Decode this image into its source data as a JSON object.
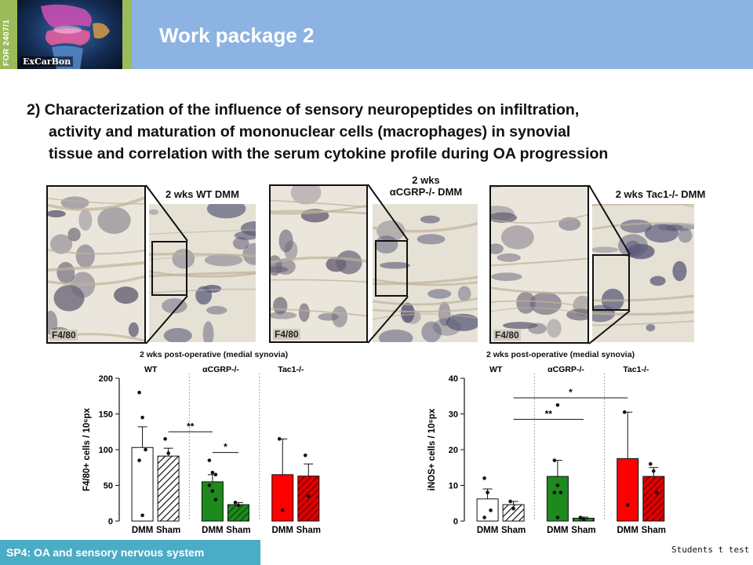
{
  "header": {
    "title": "Work package 2",
    "side_tag": "FOR 2407/1",
    "logo_text": "ExCarBon"
  },
  "heading": {
    "line1": "2) Characterization of the influence of sensory neuropeptides on infiltration,",
    "line2": "activity and maturation of mononuclear cells (macrophages) in synovial",
    "line3": "tissue and correlation with the serum cytokine profile during OA progression"
  },
  "panels": [
    {
      "label_lines": [
        "2 wks WT DMM"
      ],
      "stain": "F4/80"
    },
    {
      "label_lines": [
        "2 wks",
        "αCGRP-/- DMM"
      ],
      "stain": "F4/80"
    },
    {
      "label_lines": [
        "2 wks Tac1-/- DMM"
      ],
      "stain": "F4/80"
    }
  ],
  "footer": {
    "section": "SP4: OA and sensory nervous system",
    "stats_note": "Students t test"
  },
  "colors": {
    "header_bg": "#8db3e2",
    "accent_green": "#9bbb59",
    "footer_blue": "#4bacc6",
    "wt_bar": "#ffffff",
    "cgrp_bar": "#1e8a1e",
    "tac1_bar": "#ff0000"
  },
  "chart_data": [
    {
      "type": "bar",
      "title": "2 wks post-operative (medial synovia)",
      "ylabel": "F4/80+ cells / 10⁶px",
      "ylim": [
        0,
        200
      ],
      "yticks": [
        0,
        50,
        100,
        150,
        200
      ],
      "groups": [
        "WT",
        "αCGRP-/-",
        "Tac1-/-"
      ],
      "categories": [
        "DMM",
        "Sham",
        "DMM",
        "Sham",
        "DMM",
        "Sham"
      ],
      "values": [
        103,
        91,
        55,
        23,
        65,
        63
      ],
      "errors": [
        29,
        11,
        10,
        3,
        50,
        17
      ],
      "fills": [
        "#ffffff",
        "hatch-white",
        "#1e8a1e",
        "hatch-green",
        "#ff0000",
        "hatch-red"
      ],
      "points": [
        [
          180,
          145,
          100,
          85,
          8
        ],
        [
          115,
          95
        ],
        [
          85,
          68,
          65,
          50,
          42,
          30
        ],
        [
          26,
          22
        ],
        [
          115,
          15
        ],
        [
          92,
          35
        ]
      ],
      "significance": [
        {
          "from": 1,
          "to": 2,
          "label": "**",
          "y": 125
        },
        {
          "from": 2,
          "to": 3,
          "label": "*",
          "y": 96
        }
      ]
    },
    {
      "type": "bar",
      "title": "2 wks post-operative (medial synovia)",
      "ylabel": "iNOS+ cells / 10⁶px",
      "ylim": [
        0,
        40
      ],
      "yticks": [
        0,
        10,
        20,
        30,
        40
      ],
      "groups": [
        "WT",
        "αCGRP-/-",
        "Tac1-/-"
      ],
      "categories": [
        "DMM",
        "Sham",
        "DMM",
        "Sham",
        "DMM",
        "Sham"
      ],
      "values": [
        6.2,
        4.6,
        12.5,
        0.8,
        17.5,
        12.5
      ],
      "errors": [
        2.8,
        0.9,
        4.5,
        0.3,
        13,
        2.5
      ],
      "fills": [
        "#ffffff",
        "hatch-white",
        "#1e8a1e",
        "hatch-green",
        "#ff0000",
        "hatch-red"
      ],
      "points": [
        [
          12,
          8,
          3,
          1
        ],
        [
          5.5,
          3.5
        ],
        [
          17,
          10,
          8,
          8,
          1
        ],
        [
          1,
          0.5
        ],
        [
          30.5,
          4.5
        ],
        [
          16,
          14,
          8
        ]
      ],
      "significance": [
        {
          "from": 1,
          "to": 3,
          "label": "**",
          "y": 28.5
        },
        {
          "from": 1,
          "to": 4,
          "label": "*",
          "y": 34.5
        }
      ],
      "annotation_points": [
        {
          "bar": 2,
          "y": 32.5
        }
      ]
    }
  ]
}
